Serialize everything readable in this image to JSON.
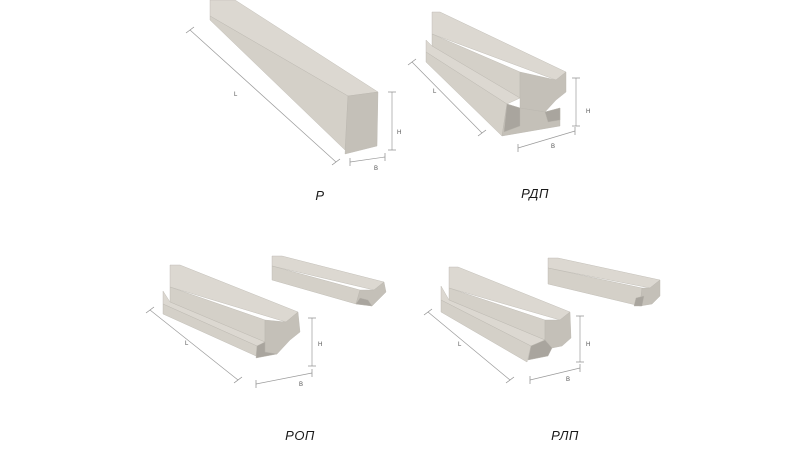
{
  "colors": {
    "top": "#dcd8d1",
    "side": "#d4d0c8",
    "front": "#c4c0b8",
    "shadow": "#a9a59e",
    "dimension": "#9a9a9a"
  },
  "panels": [
    {
      "id": "p",
      "caption": "Р",
      "dims": {
        "length": "L",
        "height": "H",
        "width": "B"
      }
    },
    {
      "id": "rdp",
      "caption": "РДП",
      "dims": {
        "length": "L",
        "height": "H",
        "width": "B"
      }
    },
    {
      "id": "rop",
      "caption": "РОП",
      "dims": {
        "length": "L",
        "height": "H",
        "width": "B"
      }
    },
    {
      "id": "rlp",
      "caption": "РЛП",
      "dims": {
        "length": "L",
        "height": "H",
        "width": "B"
      }
    }
  ]
}
